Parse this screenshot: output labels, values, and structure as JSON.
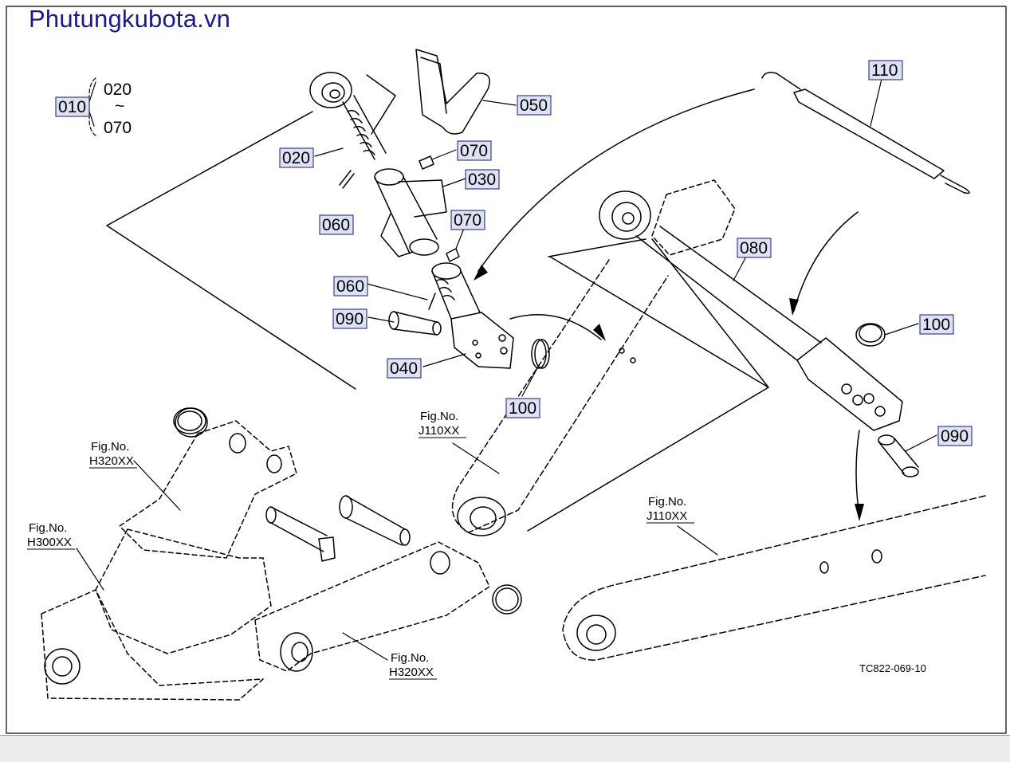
{
  "brand": "Phutungkubota.vn",
  "drawing_code": "TC822-069-10",
  "group": {
    "number": "010",
    "range_start": "020",
    "range_tilde": "~",
    "range_end": "070"
  },
  "part_labels": [
    {
      "id": "p020",
      "text": "020"
    },
    {
      "id": "p050",
      "text": "050"
    },
    {
      "id": "p070a",
      "text": "070"
    },
    {
      "id": "p030",
      "text": "030"
    },
    {
      "id": "p060a",
      "text": "060"
    },
    {
      "id": "p070b",
      "text": "070"
    },
    {
      "id": "p060b",
      "text": "060"
    },
    {
      "id": "p090a",
      "text": "090"
    },
    {
      "id": "p040",
      "text": "040"
    },
    {
      "id": "p100a",
      "text": "100"
    },
    {
      "id": "p110",
      "text": "110"
    },
    {
      "id": "p080",
      "text": "080"
    },
    {
      "id": "p100b",
      "text": "100"
    },
    {
      "id": "p090b",
      "text": "090"
    }
  ],
  "fig_refs": [
    {
      "id": "f1",
      "line1": "Fig.No.",
      "line2": "H320XX"
    },
    {
      "id": "f2",
      "line1": "Fig.No.",
      "line2": "H300XX"
    },
    {
      "id": "f3",
      "line1": "Fig.No.",
      "line2": "H320XX"
    },
    {
      "id": "f4",
      "line1": "Fig.No.",
      "line2": "J110XX"
    },
    {
      "id": "f5",
      "line1": "Fig.No.",
      "line2": "J110XX"
    }
  ],
  "colors": {
    "brand": "#1a1a8c",
    "label_box_fill": "#dde2f4",
    "label_box_stroke": "#1a1a6e",
    "line": "#000000"
  }
}
